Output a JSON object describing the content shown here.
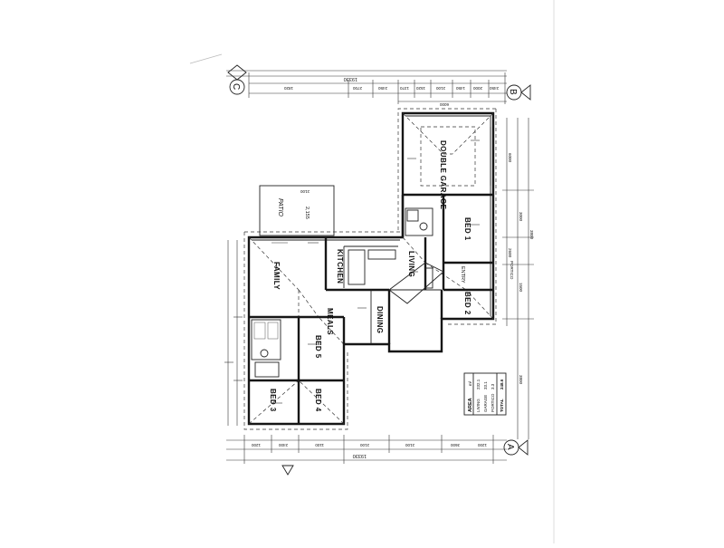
{
  "rooms": {
    "double_garage": "DOUBLE GARAGE",
    "bed1": "BED 1",
    "entry": "ENTRY",
    "bed2": "BED 2",
    "living": "LIVING",
    "kitchen": "KITCHEN",
    "dining": "DINING",
    "meals": "MEALS",
    "family": "FAMILY",
    "bed3": "BED 3",
    "bed4": "BED 4",
    "bed5": "BED 5",
    "patio": "PATIO",
    "portico": "PORTICO"
  },
  "gridline_markers": {
    "c": "C",
    "b": "B",
    "a": "A"
  },
  "area_table": {
    "title": "AREA",
    "unit": "m²",
    "rows": [
      {
        "label": "LIVING",
        "value": "232.1"
      },
      {
        "label": "GARAGE",
        "value": "33.1"
      },
      {
        "label": "PORTICO",
        "value": "3.3"
      }
    ],
    "total_label": "TOTAL",
    "total_value": "248.6"
  },
  "dimensions": {
    "top_overall": "19330",
    "bottom_overall": "19330",
    "patio_size": "2,155",
    "patio_bottom": "2100",
    "garage_width": "6000",
    "dims_top_row": [
      "1820",
      "2700",
      "2450",
      "1370",
      "1520",
      "2100",
      "1450",
      "2000",
      "2450"
    ],
    "dims_bottom_row": [
      "1200",
      "2400",
      "1100",
      "2100",
      "2100",
      "3600",
      "1200"
    ],
    "dims_right_col": [
      "6000",
      "3000",
      "2600",
      "1500",
      "3800",
      "3800"
    ]
  }
}
